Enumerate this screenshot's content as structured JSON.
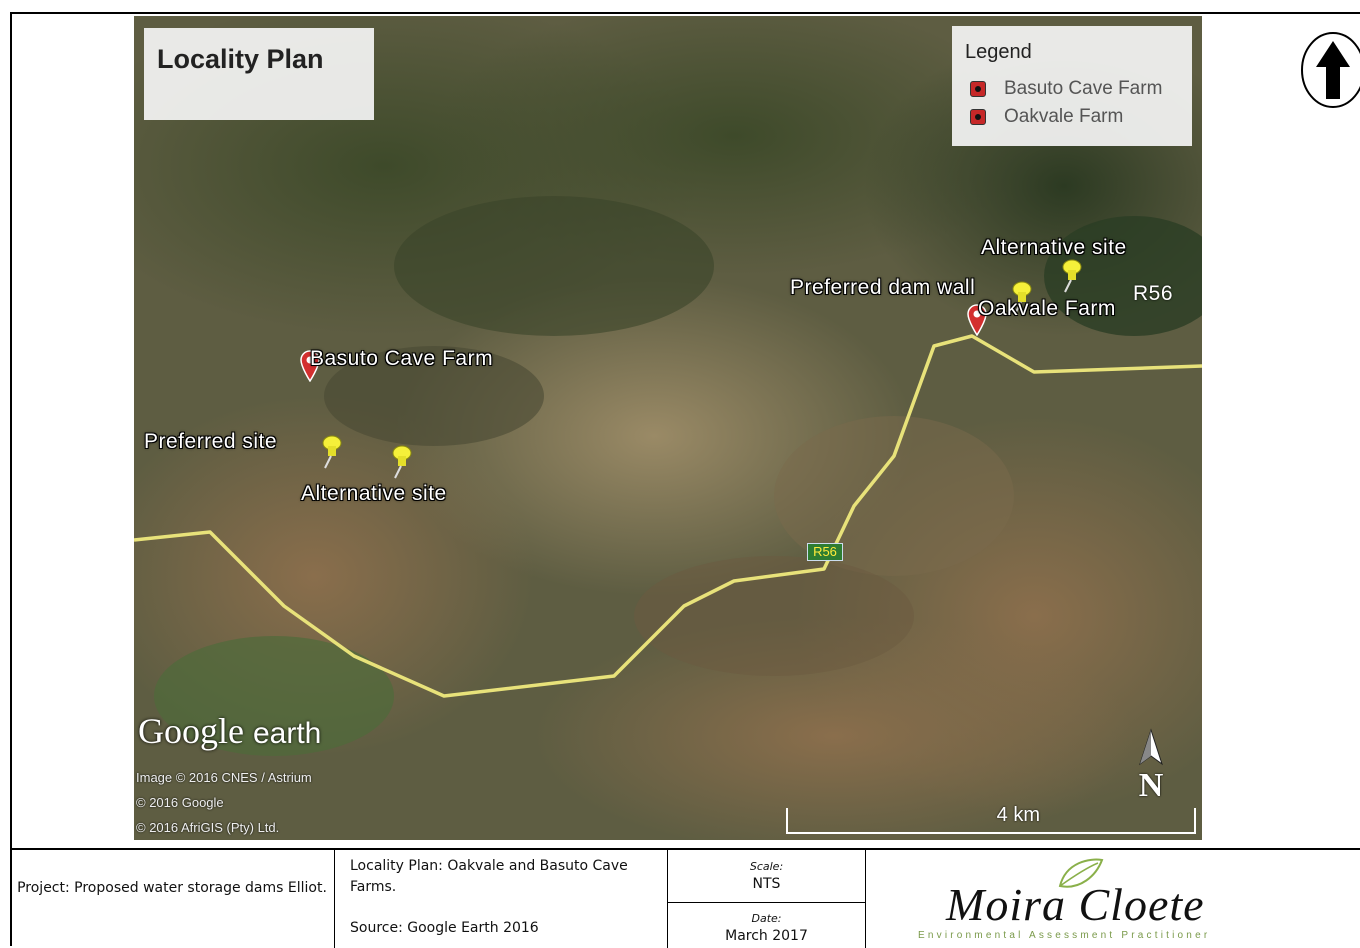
{
  "map": {
    "title": "Locality Plan",
    "legend": {
      "title": "Legend",
      "items": [
        {
          "label": "Basuto Cave Farm",
          "color": "#c62828"
        },
        {
          "label": "Oakvale Farm",
          "color": "#c62828"
        }
      ]
    },
    "labels": {
      "basuto_cave_farm": "Basuto Cave Farm",
      "preferred_site": "Preferred site",
      "alternative_site_west": "Alternative site",
      "alternative_site_east": "Alternative site",
      "preferred_dam_wall": "Preferred dam wall",
      "oakvale_farm": "Oakvale Farm",
      "r56_label": "R56",
      "r56_shield": "R56"
    },
    "google_earth": {
      "logo_google": "Google",
      "logo_earth": "earth",
      "credits": [
        "Image © 2016 CNES / Astrium",
        "© 2016 Google",
        "© 2016 AfriGIS (Pty) Ltd."
      ]
    },
    "scale_bar": "4 km",
    "north_letter": "N",
    "colors": {
      "road": "#e8e27a",
      "marker_red": "#d32f2f",
      "pin_yellow": "#f5f03a"
    }
  },
  "footer": {
    "project": "Project: Proposed water storage dams Elliot.",
    "plan_title": "Locality Plan: Oakvale and Basuto Cave Farms.",
    "source": "Source: Google Earth 2016",
    "scale_heading": "Scale:",
    "scale_value": "NTS",
    "date_heading": "Date:",
    "date_value": "March 2017",
    "logo_name": "Moira Cloete",
    "logo_subtitle": "Environmental Assessment Practitioner"
  }
}
